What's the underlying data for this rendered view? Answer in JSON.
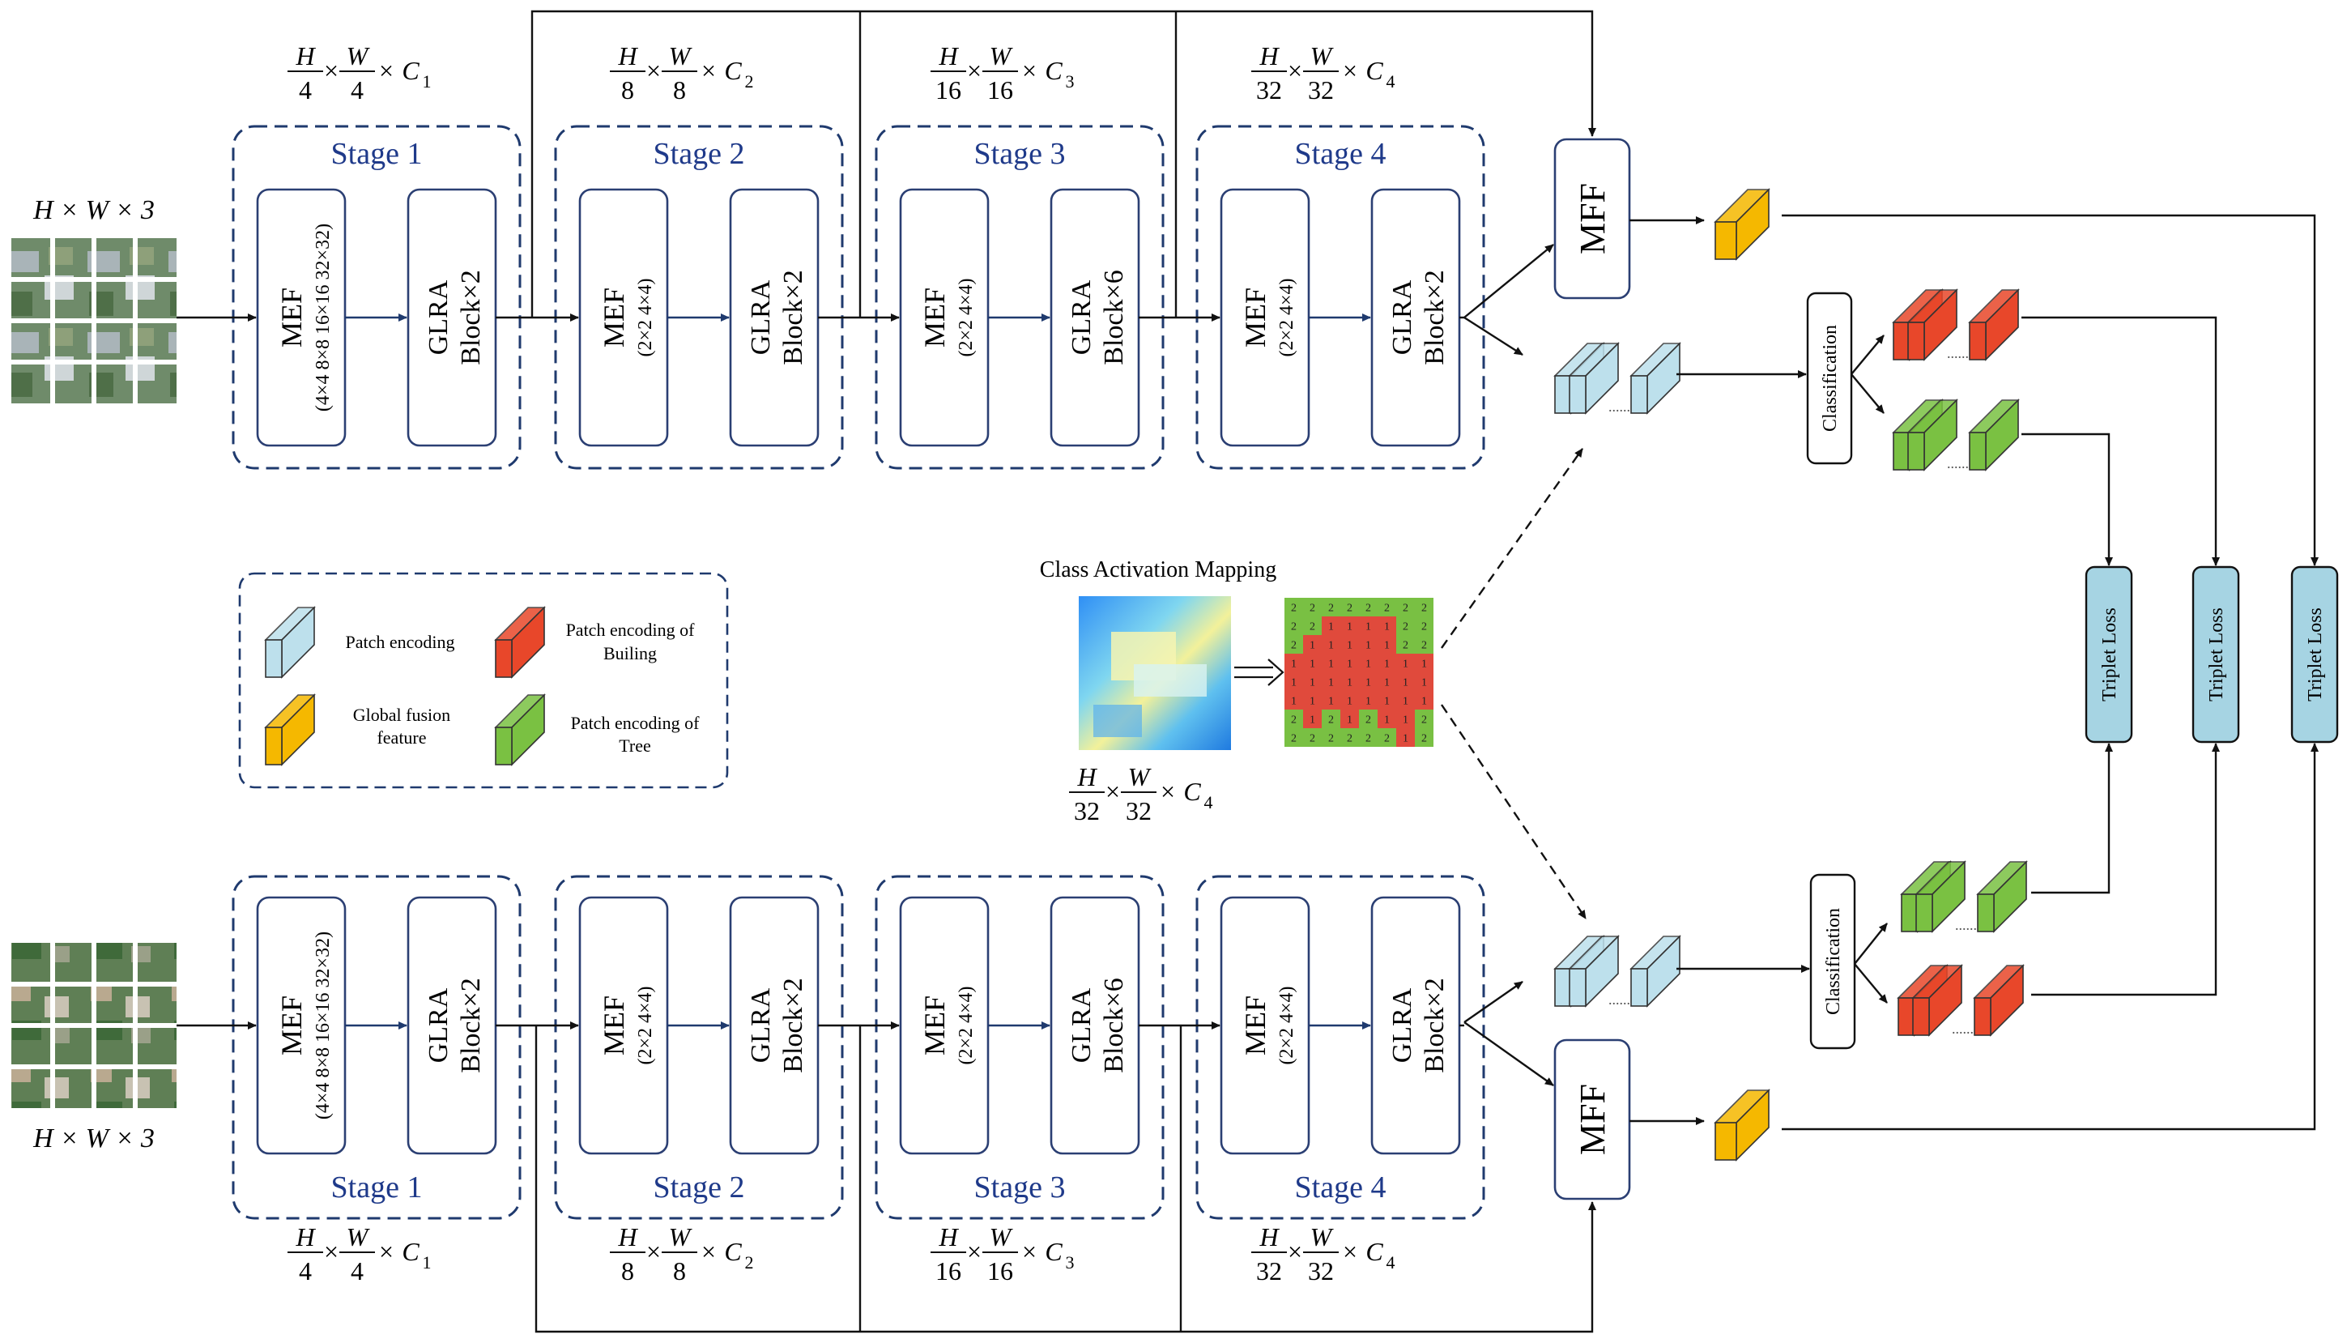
{
  "input": {
    "label": "H × W × 3"
  },
  "top": {
    "stages": [
      {
        "title": "Stage 1",
        "mef_label": "MEF",
        "mef_sub": "(4×4 8×8 16×16 32×32)",
        "glra_label": "GLRA",
        "glra_sub": "Block×2",
        "shape": {
          "h_den": "4",
          "w_den": "4",
          "c": "C",
          "c_sub": "1"
        }
      },
      {
        "title": "Stage 2",
        "mef_label": "MEF",
        "mef_sub": "(2×2 4×4)",
        "glra_label": "GLRA",
        "glra_sub": "Block×2",
        "shape": {
          "h_den": "8",
          "w_den": "8",
          "c": "C",
          "c_sub": "2"
        }
      },
      {
        "title": "Stage 3",
        "mef_label": "MEF",
        "mef_sub": "(2×2 4×4)",
        "glra_label": "GLRA",
        "glra_sub": "Block×6",
        "shape": {
          "h_den": "16",
          "w_den": "16",
          "c": "C",
          "c_sub": "3"
        }
      },
      {
        "title": "Stage 4",
        "mef_label": "MEF",
        "mef_sub": "(2×2 4×4)",
        "glra_label": "GLRA",
        "glra_sub": "Block×2",
        "shape": {
          "h_den": "32",
          "w_den": "32",
          "c": "C",
          "c_sub": "4"
        }
      }
    ]
  },
  "bottom": {
    "stages": [
      {
        "title": "Stage 1",
        "mef_label": "MEF",
        "mef_sub": "(4×4 8×8 16×16 32×32)",
        "glra_label": "GLRA",
        "glra_sub": "Block×2",
        "shape": {
          "h_den": "4",
          "w_den": "4",
          "c": "C",
          "c_sub": "1"
        }
      },
      {
        "title": "Stage 2",
        "mef_label": "MEF",
        "mef_sub": "(2×2 4×4)",
        "glra_label": "GLRA",
        "glra_sub": "Block×2",
        "shape": {
          "h_den": "8",
          "w_den": "8",
          "c": "C",
          "c_sub": "2"
        }
      },
      {
        "title": "Stage 3",
        "mef_label": "MEF",
        "mef_sub": "(2×2 4×4)",
        "glra_label": "GLRA",
        "glra_sub": "Block×6",
        "shape": {
          "h_den": "16",
          "w_den": "16",
          "c": "C",
          "c_sub": "3"
        }
      },
      {
        "title": "Stage 4",
        "mef_label": "MEF",
        "mef_sub": "(2×2 4×4)",
        "glra_label": "GLRA",
        "glra_sub": "Block×2",
        "shape": {
          "h_den": "32",
          "w_den": "32",
          "c": "C",
          "c_sub": "4"
        }
      }
    ]
  },
  "fraction": {
    "h": "H",
    "w": "W",
    "times": "×"
  },
  "mff_label": "MFF",
  "classification_label": "Classification",
  "triplet_loss_label": "Triplet Loss",
  "cam": {
    "title": "Class Activation Mapping",
    "shape": {
      "h_den": "32",
      "w_den": "32",
      "c": "C",
      "c_sub": "4"
    },
    "grid": [
      "22222222",
      "22111122",
      "21111122",
      "11111111",
      "11111111",
      "11111111",
      "21212112",
      "22222212"
    ]
  },
  "legend": {
    "patch_encoding": "Patch encoding",
    "patch_building_1": "Patch encoding of",
    "patch_building_2": "Builing",
    "global_fusion_1": "Global fusion",
    "global_fusion_2": "feature",
    "patch_tree_1": "Patch encoding of",
    "patch_tree_2": "Tree"
  },
  "colors": {
    "stage_border": "#1f3a6e",
    "stage_title": "#1f3a8a",
    "box_border": "#2b3f73",
    "block_blue": "#bde0ec",
    "block_red": "#e8472a",
    "block_green": "#7ac142",
    "block_yellow": "#f5b800",
    "triplet_fill": "#a6d4e3",
    "cam_red": "#e04a3c",
    "cam_green": "#79c043"
  }
}
